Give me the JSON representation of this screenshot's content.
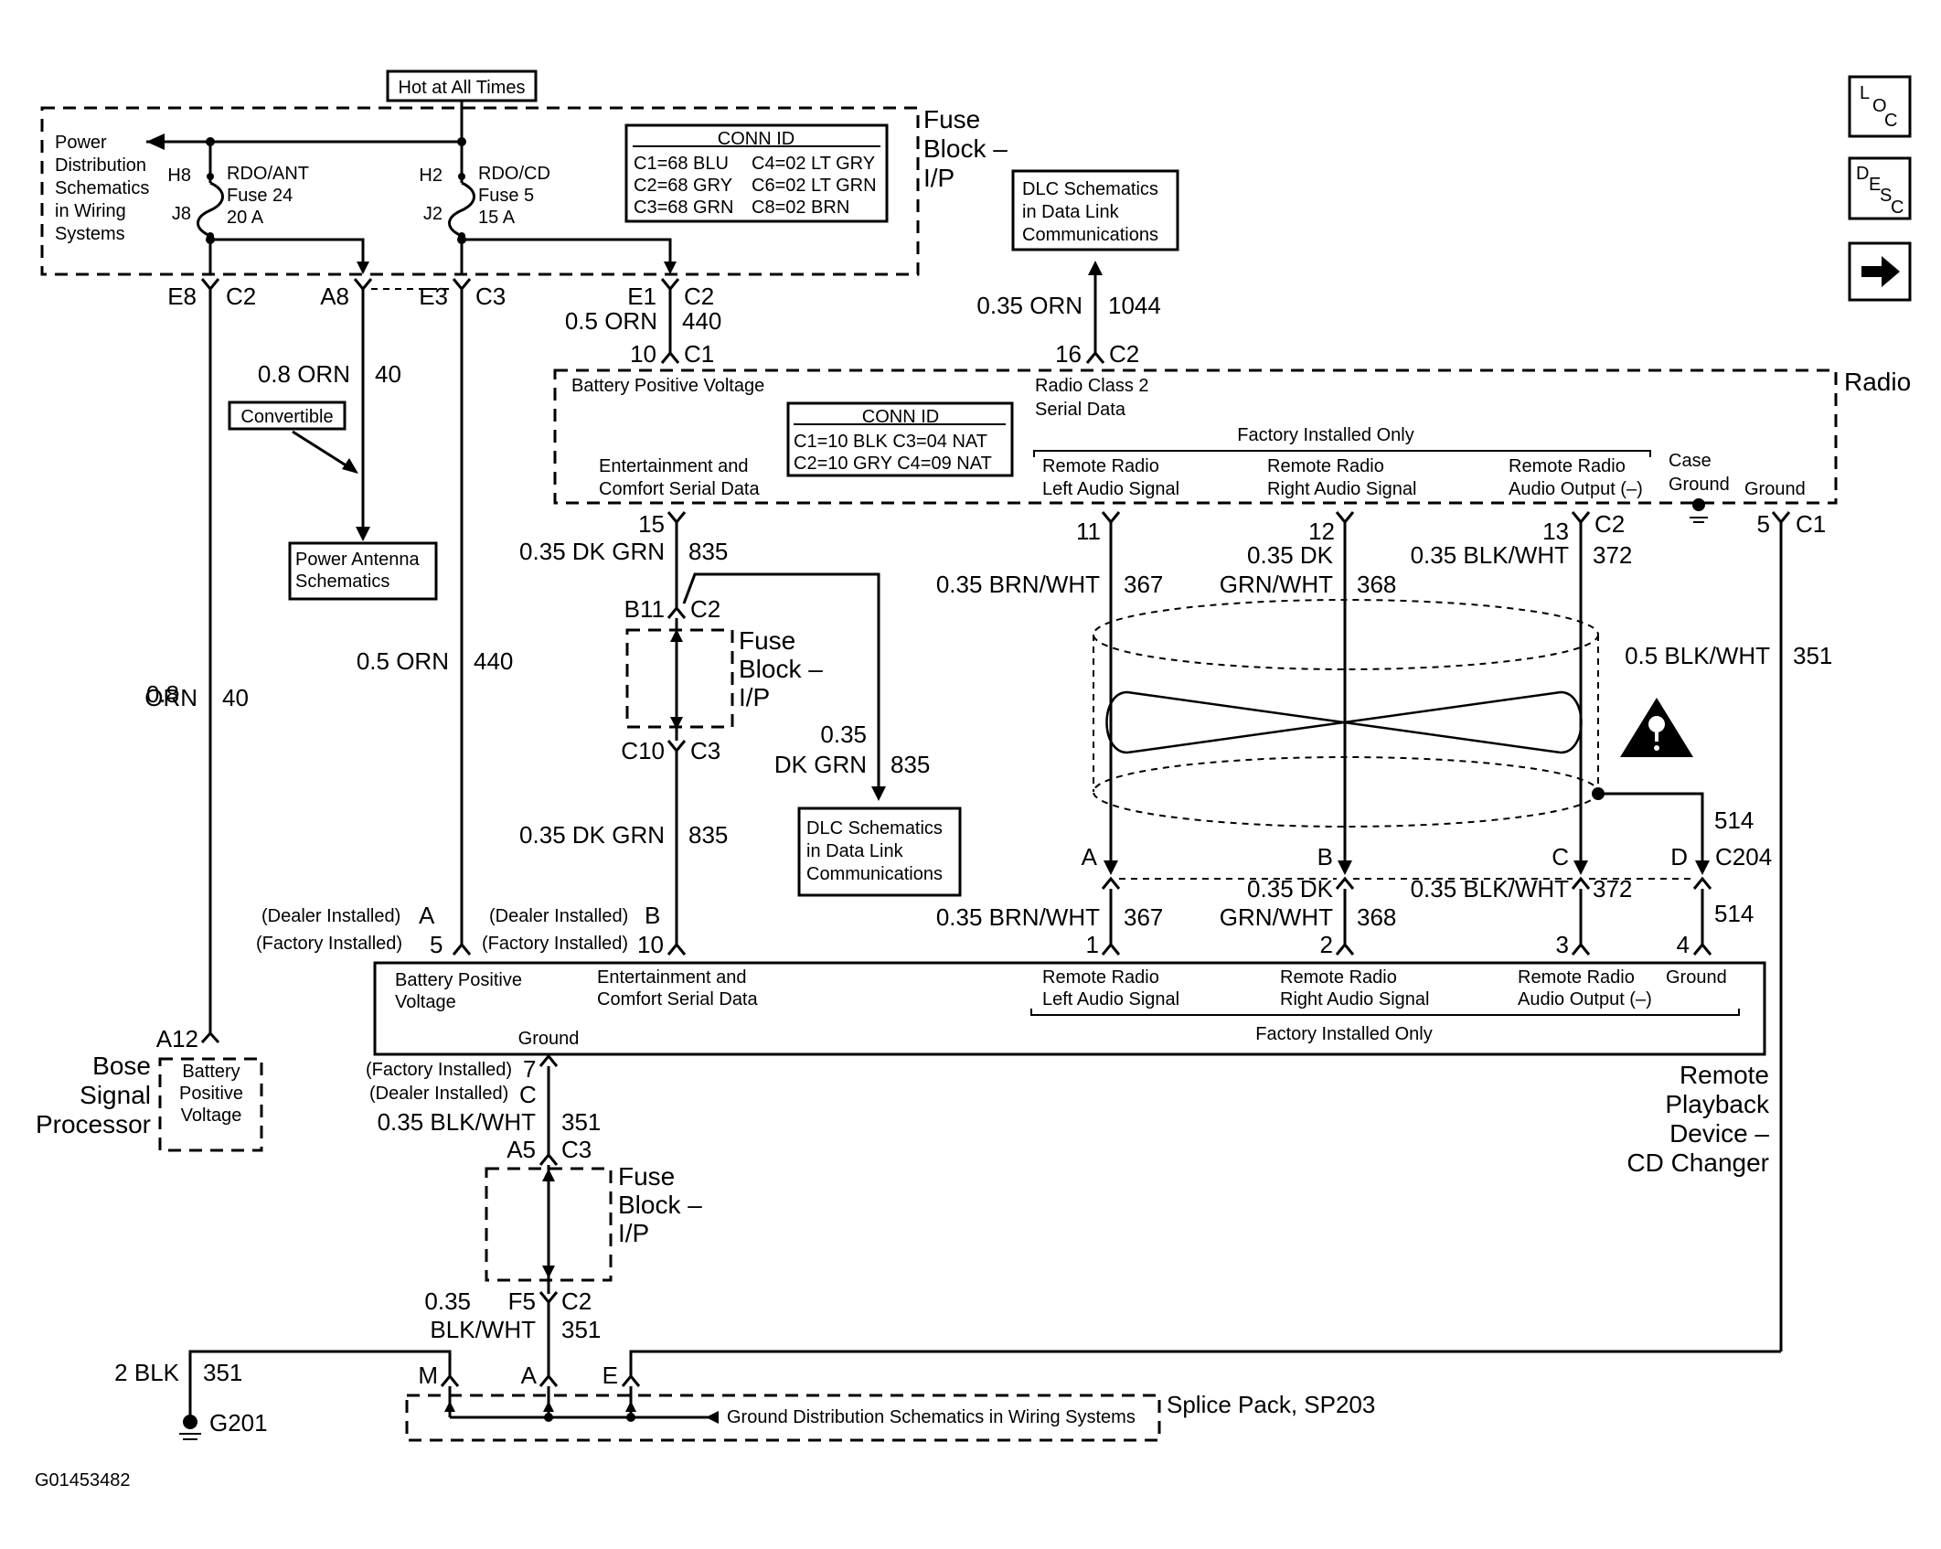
{
  "hot_label": "Hot at All Times",
  "fuse_block_top": {
    "l1": "Fuse",
    "l2": "Block –",
    "l3": "I/P"
  },
  "power_dist": {
    "l1": "Power",
    "l2": "Distribution",
    "l3": "Schematics",
    "l4": "in Wiring",
    "l5": "Systems"
  },
  "fuse_rdo_ant": {
    "top": "H8",
    "bot": "J8",
    "name": "RDO/ANT",
    "fuse": "Fuse 24",
    "amp": "20 A"
  },
  "fuse_rdo_cd": {
    "top": "H2",
    "bot": "J2",
    "name": "RDO/CD",
    "fuse": "Fuse 5",
    "amp": "15 A"
  },
  "conn_id_top": {
    "title": "CONN ID",
    "r1a": "C1=68 BLU",
    "r1b": "C4=02 LT GRY",
    "r2a": "C2=68 GRY",
    "r2b": "C6=02 LT GRN",
    "r3a": "C3=68 GRN",
    "r3b": "C8=02 BRN"
  },
  "dlc_top": {
    "l1": "DLC Schematics",
    "l2": "in Data Link",
    "l3": "Communications"
  },
  "dlc_mid": {
    "l1": "DLC Schematics",
    "l2": "in Data Link",
    "l3": "Communications"
  },
  "nav": {
    "loc": [
      "L",
      "O",
      "C"
    ],
    "desc": [
      "D",
      "E",
      "S",
      "C"
    ],
    "next": "➜"
  },
  "pins": {
    "e8": "E8",
    "c2a": "C2",
    "a8": "A8",
    "e3": "E3",
    "c3a": "C3",
    "e1": "E1",
    "c2b": "C2",
    "p10": "10",
    "c1a": "C1",
    "p16": "16",
    "c2c": "C2",
    "p15": "15",
    "p11": "11",
    "p12": "12",
    "p13": "13",
    "c2d": "C2",
    "p5": "5",
    "c1b": "C1",
    "b11": "B11",
    "c2e": "C2",
    "c10": "C10",
    "c3b": "C3",
    "a": "A",
    "b": "B",
    "c": "C",
    "d": "D",
    "c204": "C204",
    "p1": "1",
    "p2": "2",
    "p3": "3",
    "p4": "4",
    "dealer_a": "A",
    "factory_5": "5",
    "dealer_b": "B",
    "factory_10": "10",
    "a12": "A12",
    "f7": "7",
    "dc": "C",
    "a5": "A5",
    "c3c": "C3",
    "f5": "F5",
    "c2f": "C2",
    "m": "M",
    "sa": "A",
    "se": "E"
  },
  "wires": {
    "w440_top": "0.5 ORN",
    "n440_top": "440",
    "w40_top": "0.8 ORN",
    "n40_top": "40",
    "w1044": "0.35 ORN",
    "n1044": "1044",
    "w40_l1": "0.8",
    "w40_l2": "ORN",
    "n40_mid": "40",
    "w440_mid": "0.5 ORN",
    "n440_mid": "440",
    "w835_a": "0.35 DK GRN",
    "n835_a": "835",
    "w835_b1": "0.35",
    "w835_b2": "DK GRN",
    "n835_b": "835",
    "w835_c": "0.35 DK GRN",
    "n835_c": "835",
    "w367_a": "0.35 BRN/WHT",
    "n367_a": "367",
    "w368_a1": "0.35 DK",
    "w368_a2": "GRN/WHT",
    "n368_a": "368",
    "w372_a": "0.35 BLK/WHT",
    "n372_a": "372",
    "w351_r": "0.5 BLK/WHT",
    "n351_r": "351",
    "n514_a": "514",
    "n514_b": "514",
    "w367_b": "0.35 BRN/WHT",
    "n367_b": "367",
    "w368_b1": "0.35 DK",
    "w368_b2": "GRN/WHT",
    "n368_b": "368",
    "w372_b": "0.35 BLK/WHT",
    "n372_b": "372",
    "w351_a": "0.35 BLK/WHT",
    "n351_a": "351",
    "w351_b1": "0.35",
    "w351_b2": "BLK/WHT",
    "n351_b": "351",
    "w2blk": "2 BLK",
    "n351_g": "351"
  },
  "convertible": "Convertible",
  "power_antenna": {
    "l1": "Power Antenna",
    "l2": "Schematics"
  },
  "radio": {
    "name": "Radio",
    "batt": "Battery Positive Voltage",
    "serial_l1": "Radio Class 2",
    "serial_l2": "Serial Data",
    "ent_l1": "Entertainment and",
    "ent_l2": "Comfort Serial Data",
    "factory_only": "Factory Installed Only",
    "left_l1": "Remote Radio",
    "left_l2": "Left Audio Signal",
    "right_l1": "Remote Radio",
    "right_l2": "Right Audio Signal",
    "out_l1": "Remote Radio",
    "out_l2": "Audio Output (–)",
    "case_l1": "Case",
    "case_l2": "Ground",
    "ground": "Ground"
  },
  "conn_id_radio": {
    "title": "CONN ID",
    "r1": "C1=10 BLK  C3=04 NAT",
    "r2": "C2=10 GRY  C4=09 NAT"
  },
  "fuse_block_mid": {
    "l1": "Fuse",
    "l2": "Block –",
    "l3": "I/P"
  },
  "fuse_block_low": {
    "l1": "Fuse",
    "l2": "Block –",
    "l3": "I/P"
  },
  "install": {
    "dealer_a": "(Dealer Installed)",
    "factory_a": "(Factory Installed)",
    "dealer_b": "(Dealer Installed)",
    "factory_b": "(Factory Installed)",
    "factory_g": "(Factory Installed)",
    "dealer_g": "(Dealer Installed)"
  },
  "changer": {
    "batt_l1": "Battery Positive",
    "batt_l2": "Voltage",
    "ent_l1": "Entertainment and",
    "ent_l2": "Comfort Serial Data",
    "left_l1": "Remote Radio",
    "left_l2": "Left Audio Signal",
    "right_l1": "Remote Radio",
    "right_l2": "Right Audio Signal",
    "out_l1": "Remote Radio",
    "out_l2": "Audio Output (–)",
    "ground_r": "Ground",
    "ground_l": "Ground",
    "factory_only": "Factory Installed Only",
    "name_l1": "Remote",
    "name_l2": "Playback",
    "name_l3": "Device –",
    "name_l4": "CD Changer"
  },
  "bose": {
    "name_l1": "Bose",
    "name_l2": "Signal",
    "name_l3": "Processor",
    "in_l1": "Battery",
    "in_l2": "Positive",
    "in_l3": "Voltage"
  },
  "splice": {
    "name": "Splice Pack, SP203",
    "ground_dist": "Ground Distribution Schematics in Wiring Systems"
  },
  "ground_g201": "G201",
  "figure_id": "G01453482"
}
